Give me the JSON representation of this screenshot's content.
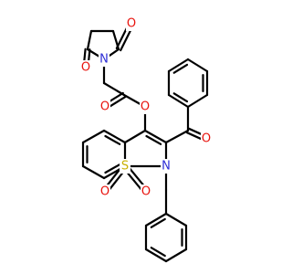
{
  "molecule": {
    "colors": {
      "bond": "#000000",
      "N": "#2d2dd6",
      "O": "#e8120c",
      "S": "#c9b000"
    },
    "atoms": [
      {
        "id": "oxygen-succinimide-top",
        "el": "O",
        "label": "O"
      },
      {
        "id": "oxygen-succinimide-bottom",
        "el": "O",
        "label": "O"
      },
      {
        "id": "nitrogen-succinimide",
        "el": "N",
        "label": "N"
      },
      {
        "id": "oxygen-ester-carbonyl",
        "el": "O",
        "label": "O"
      },
      {
        "id": "oxygen-ester-link",
        "el": "O",
        "label": "O"
      },
      {
        "id": "oxygen-benzoyl-ketone",
        "el": "O",
        "label": "O"
      },
      {
        "id": "nitrogen-thiazine",
        "el": "N",
        "label": "N"
      },
      {
        "id": "sulfur-sulfonyl",
        "el": "S",
        "label": "S"
      },
      {
        "id": "oxygen-sulfonyl-left",
        "el": "O",
        "label": "O"
      },
      {
        "id": "oxygen-sulfonyl-right",
        "el": "O",
        "label": "O"
      }
    ]
  }
}
